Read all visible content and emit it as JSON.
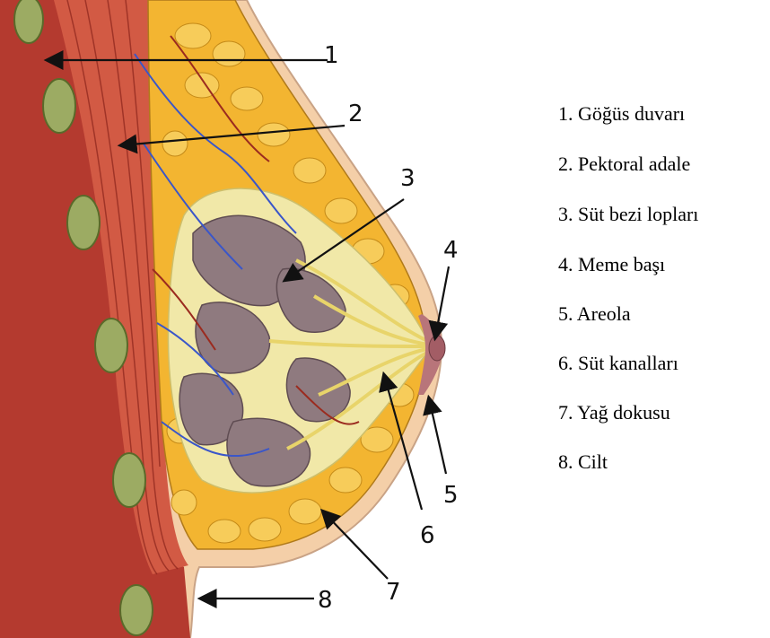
{
  "callouts": [
    "1",
    "2",
    "3",
    "4",
    "5",
    "6",
    "7",
    "8"
  ],
  "legend": [
    "1. Göğüs duvarı",
    "2. Pektoral adale",
    "3. Süt bezi lopları",
    "4. Meme başı",
    "5. Areola",
    "6. Süt kanalları",
    "7. Yağ dokusu",
    "8. Cilt"
  ],
  "colors": {
    "skin": "#f4cfa8",
    "muscle": "#c8443a",
    "fat": "#f3b531",
    "lobules": "#8f7a7f",
    "ducts": "#f1e8a8",
    "vessels": "#3a56c9",
    "ribs": "#9cab63"
  }
}
